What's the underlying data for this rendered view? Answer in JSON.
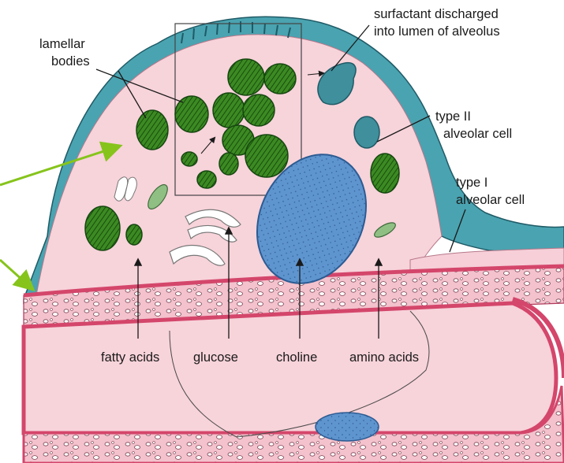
{
  "labels": {
    "lamellar_1": "lamellar",
    "lamellar_2": "bodies",
    "surfactant_1": "surfactant discharged",
    "surfactant_2": "into lumen of alveolus",
    "type2_1": "type II",
    "type2_2": "alveolar cell",
    "type1_1": "type I",
    "type1_2": "alveolar cell",
    "fatty_acids": "fatty acids",
    "glucose": "glucose",
    "choline": "choline",
    "amino_acids": "amino acids"
  },
  "colors": {
    "background": "#ffffff",
    "cytoplasm": "#f7d3da",
    "alveolar_lining": "#4aa3b0",
    "lamellar_body": "#3c8a22",
    "nucleus": "#5f95cf",
    "capillary_wall": "#d4466b",
    "pointer_arrow": "#86c41b"
  },
  "icons": {
    "lamellar_body": "striped-green-organelle",
    "nucleus": "blue-oval-nucleus",
    "golgi": "stacked-cisternae",
    "mitochondrion": "striped-oval-organelle"
  }
}
